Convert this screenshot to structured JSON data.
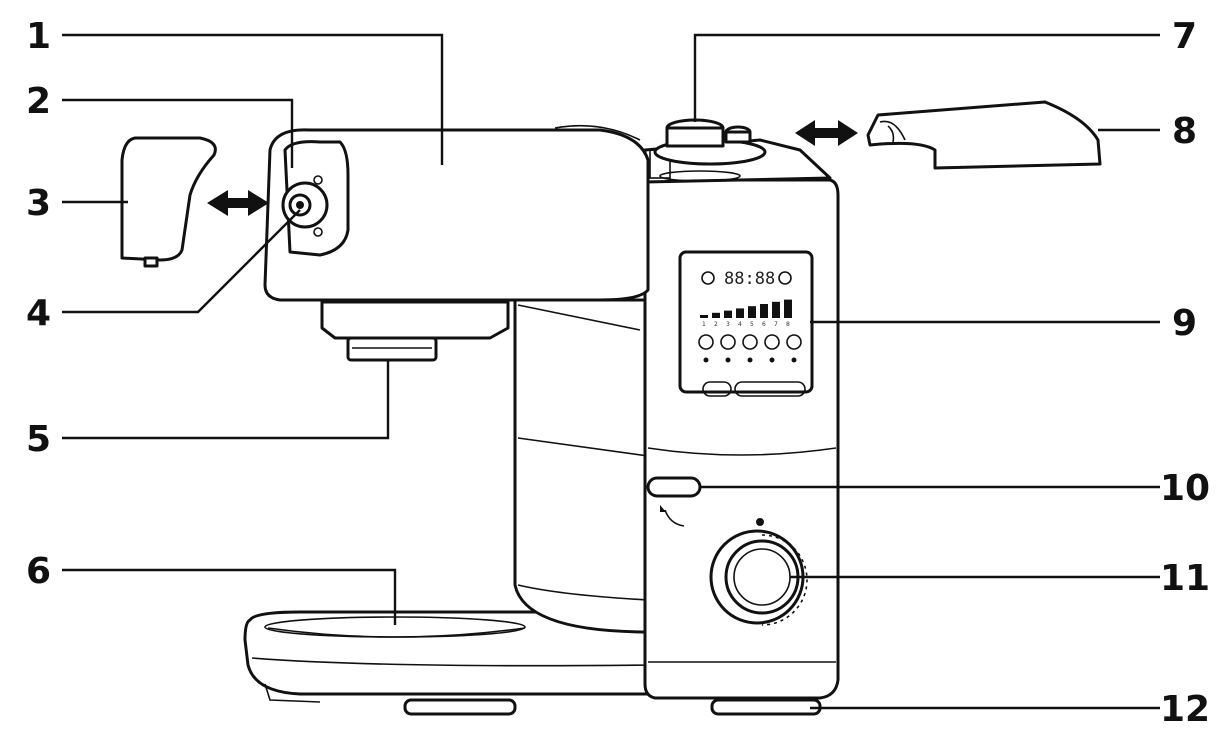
{
  "callouts": [
    {
      "number": "1"
    },
    {
      "number": "2"
    },
    {
      "number": "3"
    },
    {
      "number": "4"
    },
    {
      "number": "5"
    },
    {
      "number": "6"
    },
    {
      "number": "7"
    },
    {
      "number": "8"
    },
    {
      "number": "9"
    },
    {
      "number": "10"
    },
    {
      "number": "11"
    },
    {
      "number": "12"
    }
  ],
  "control_panel": {
    "display_readout": "88:88",
    "speed_levels": [
      "1",
      "2",
      "3",
      "4",
      "5",
      "6",
      "7",
      "8"
    ],
    "buttons": [
      "",
      "",
      "",
      "",
      ""
    ]
  },
  "colors": {
    "line": "#111111",
    "background": "#ffffff"
  }
}
